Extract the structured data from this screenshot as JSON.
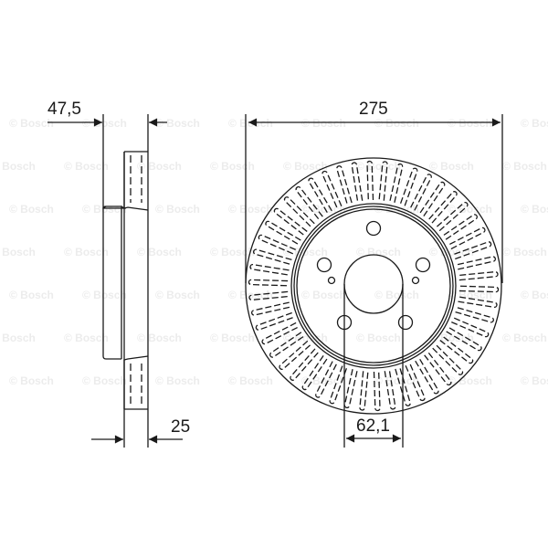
{
  "drawing": {
    "subject": "ventilated brake disc",
    "dimensions": {
      "hub_height": "47,5",
      "outer_diameter": "275",
      "thickness": "25",
      "center_bore": "62,1"
    },
    "bolt_holes": 5,
    "vent_slots": 50,
    "watermark": "© Bosch",
    "colors": {
      "line": "#1a1a1a",
      "watermark": "#ececec",
      "background": "#ffffff"
    }
  }
}
